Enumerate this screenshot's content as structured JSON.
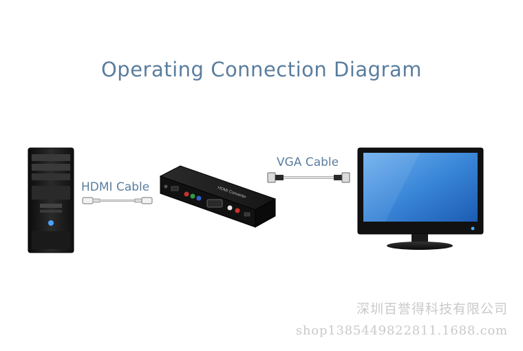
{
  "title": "Operating Connection Diagram",
  "labels": {
    "hdmi_cable": "HDMI Cable",
    "vga_cable": "VGA Cable"
  },
  "device": {
    "top_text": "HDMI Converter"
  },
  "watermark": {
    "company": "深圳百誉得科技有限公司",
    "url": "shop1385449822811.1688.com"
  },
  "icons": [
    "pc-tower-icon",
    "hdmi-cable-icon",
    "converter-box-icon",
    "vga-cable-icon",
    "monitor-icon"
  ],
  "colors": {
    "title_text": "#5a7d9e",
    "device_body": "#1a1a1a",
    "monitor_screen": "#3a86d8",
    "watermark": "#c9c9c9"
  }
}
